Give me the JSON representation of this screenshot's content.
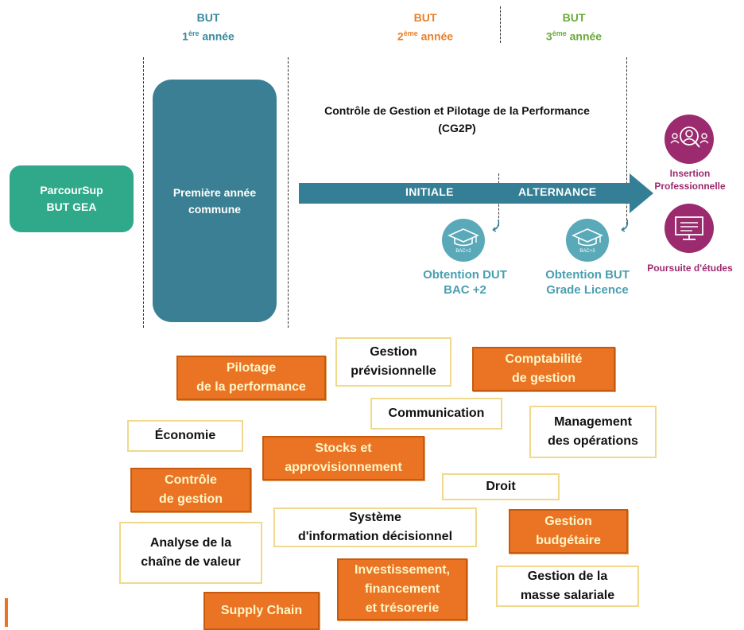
{
  "years": [
    {
      "label": "BUT",
      "num": "1",
      "sup": "ère",
      "suffix": "année",
      "color": "#3a8a9c"
    },
    {
      "label": "BUT",
      "num": "2",
      "sup": "ème",
      "suffix": "année",
      "color": "#e8802a"
    },
    {
      "label": "BUT",
      "num": "3",
      "sup": "ème",
      "suffix": "année",
      "color": "#6aaa3a"
    }
  ],
  "parcoursup": {
    "line1": "ParcourSup",
    "line2": "BUT GEA",
    "color": "#2fa98a"
  },
  "premiere": {
    "line1": "Première année",
    "line2": "commune",
    "color": "#3a7f93"
  },
  "cg2p": {
    "line1": "Contrôle de Gestion et Pilotage de la Performance",
    "line2": "(CG2P)"
  },
  "arrow": {
    "initiale": "INITIALE",
    "alternance": "ALTERNANCE",
    "color": "#347f95"
  },
  "badges": [
    {
      "icon": "graduation-cap-icon",
      "caption": "BAC+2",
      "line1": "Obtention DUT",
      "line2": "BAC +2"
    },
    {
      "icon": "graduation-cap-icon",
      "caption": "BAC+3",
      "line1": "Obtention BUT",
      "line2": "Grade Licence"
    }
  ],
  "outcomes": [
    {
      "icon": "people-search-icon",
      "line1": "Insertion",
      "line2": "Professionnelle"
    },
    {
      "icon": "monitor-icon",
      "line1": "Poursuite d'études",
      "line2": ""
    }
  ],
  "skills": {
    "pilotage": {
      "line1": "Pilotage",
      "line2": "de la performance"
    },
    "gestion_prev": {
      "line1": "Gestion",
      "line2": "prévisionnelle"
    },
    "comptabilite": {
      "line1": "Comptabilité",
      "line2": "de gestion"
    },
    "communication": {
      "line1": "Communication"
    },
    "management": {
      "line1": "Management",
      "line2": "des opérations"
    },
    "economie": {
      "line1": "Économie"
    },
    "stocks": {
      "line1": "Stocks et",
      "line2": "approvisionnement"
    },
    "controle": {
      "line1": "Contrôle",
      "line2": "de gestion"
    },
    "droit": {
      "line1": "Droit"
    },
    "systeme": {
      "line1": "Système",
      "line2": "d'information décisionnel"
    },
    "gestion_budg": {
      "line1": "Gestion",
      "line2": "budgétaire"
    },
    "analyse": {
      "line1": "Analyse de la",
      "line2": "chaîne de valeur"
    },
    "investissement": {
      "line1": "Investissement,",
      "line2": "financement",
      "line3": "et trésorerie"
    },
    "masse": {
      "line1": "Gestion de la",
      "line2": "masse salariale"
    },
    "supply": {
      "line1": "Supply Chain"
    }
  }
}
